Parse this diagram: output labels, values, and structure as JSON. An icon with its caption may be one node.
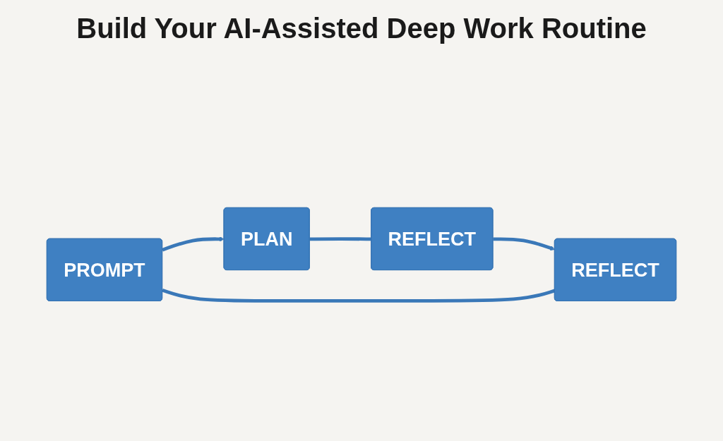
{
  "diagram": {
    "title": "Build Your AI-Assisted Deep Work Routine",
    "nodes": [
      {
        "text": [
          "PLAN"
        ]
      },
      {
        "text": [
          "PROMPT"
        ]
      },
      {
        "text": [
          "REFLECT"
        ]
      },
      {
        "text": [
          "REFLECT"
        ]
      }
    ],
    "edges": [
      {
        "from": 1,
        "to": 0,
        "arrow": "to"
      },
      {
        "from": 0,
        "to": 2,
        "arrow": "none"
      },
      {
        "from": 2,
        "to": 3,
        "arrow": "to"
      },
      {
        "from": 1,
        "to": 3,
        "arrow": "none"
      }
    ]
  }
}
